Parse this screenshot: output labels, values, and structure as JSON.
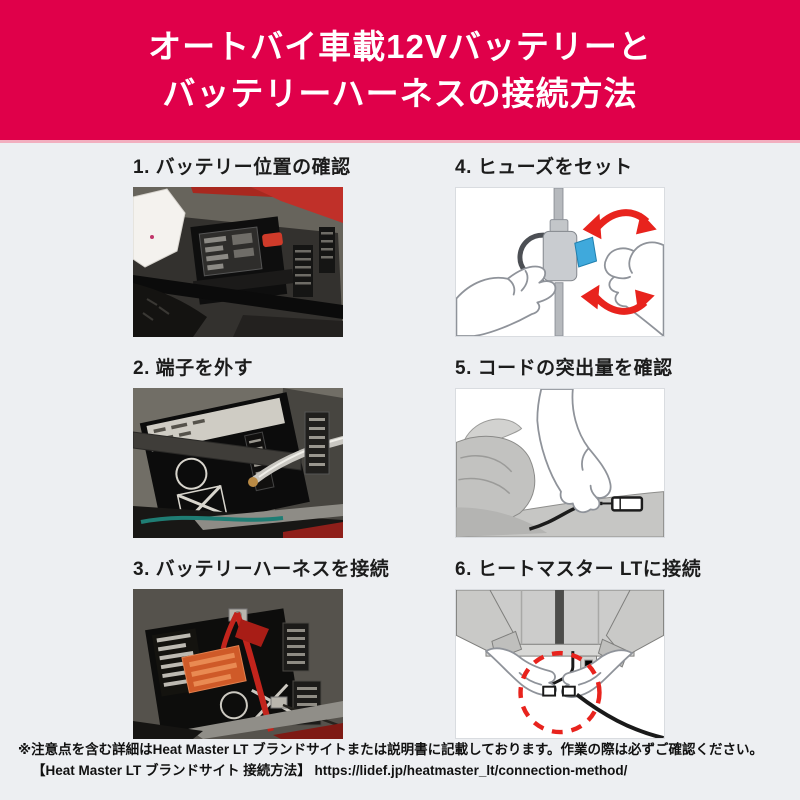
{
  "colors": {
    "page_bg": "#edeff2",
    "header_bg": "#e0004a",
    "arrow_red": "#e8231d",
    "fuse_blue": "#3fa9dc",
    "text_dark": "#1c1c1c"
  },
  "header": {
    "line1": "オートバイ車載12Vバッテリーと",
    "line2": "バッテリーハーネスの接続方法"
  },
  "steps": {
    "left": [
      {
        "label": "1. バッテリー位置の確認"
      },
      {
        "label": "2. 端子を外す"
      },
      {
        "label": "3. バッテリーハーネスを接続"
      }
    ],
    "right": [
      {
        "label": "4. ヒューズをセット"
      },
      {
        "label": "5. コードの突出量を確認"
      },
      {
        "label": "6. ヒートマスター LTに接続"
      }
    ]
  },
  "footer": {
    "note": "※注意点を含む詳細はHeat Master LT ブランドサイトまたは説明書に記載しております。作業の際は必ずご確認ください。",
    "link_label": "【Heat Master LT ブランドサイト 接続方法】",
    "url": "https://lidef.jp/heatmaster_lt/connection-method/"
  }
}
